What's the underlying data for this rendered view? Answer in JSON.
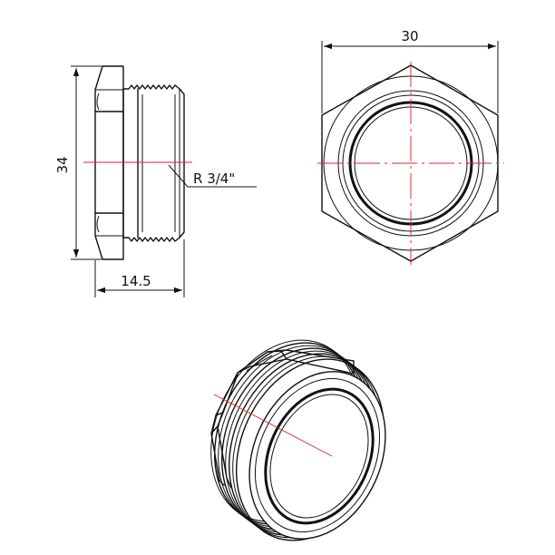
{
  "drawing": {
    "dimensions": {
      "width_across_flats": "30",
      "height": "34",
      "length": "14.5",
      "thread": "R 3/4\""
    },
    "colors": {
      "outline": "#111111",
      "centerline": "#e0202a",
      "background": "#ffffff"
    }
  }
}
